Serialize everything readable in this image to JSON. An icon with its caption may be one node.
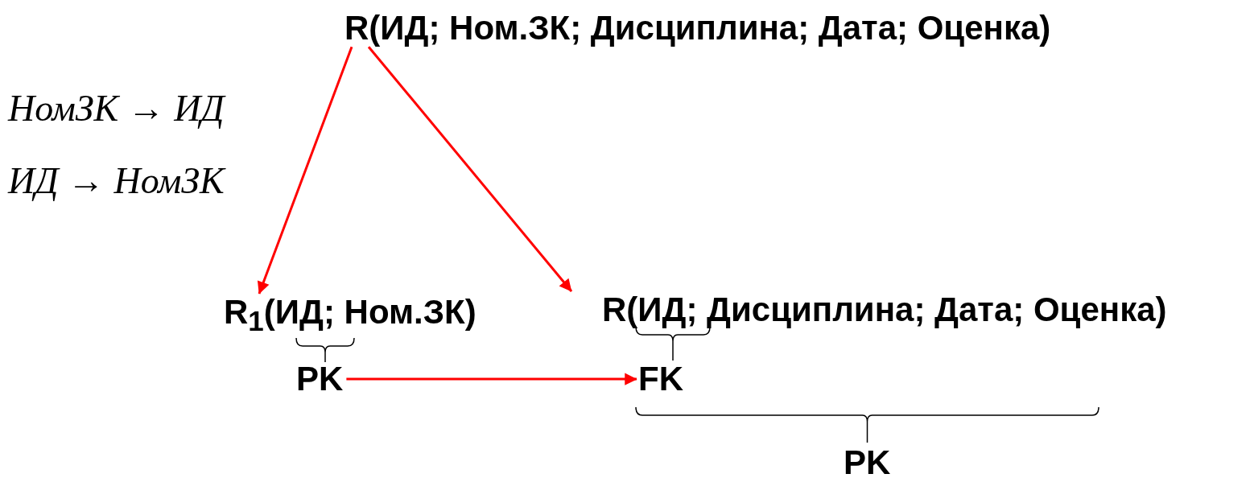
{
  "diagram": {
    "nodes": [
      {
        "text": [
          "R(ИД; Ном.ЗК; Дисциплина; Дата; Оценка)"
        ]
      },
      {
        "text": [
          "R$_{1}$(ИД; Ном.ЗК)"
        ]
      },
      {
        "text": [
          "R(ИД; Дисциплина; Дата; Оценка)"
        ]
      },
      {
        "text": [
          "PK"
        ]
      },
      {
        "text": [
          "FK"
        ]
      },
      {
        "text": [
          "PK"
        ]
      }
    ],
    "edges": [
      {
        "from": 0,
        "to": 1,
        "arrow": "to"
      },
      {
        "from": 0,
        "to": 2,
        "arrow": "to"
      },
      {
        "from": 3,
        "to": 4,
        "arrow": "to"
      }
    ],
    "labels": [
      "НомЗК → ИД",
      "ИД → НомЗК"
    ]
  }
}
